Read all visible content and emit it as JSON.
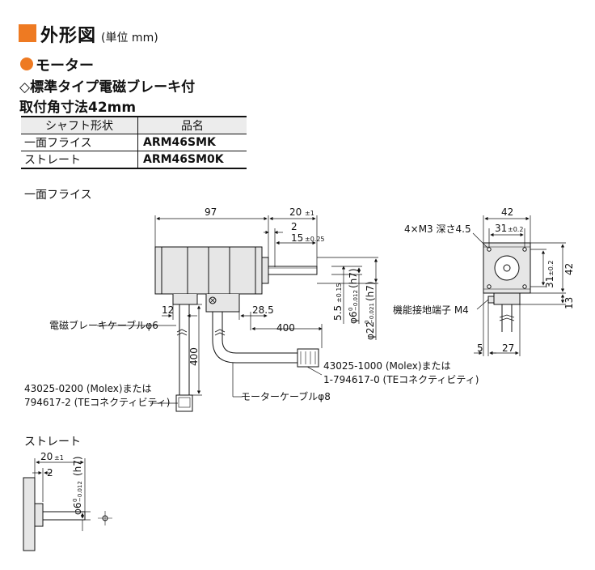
{
  "header": {
    "title": "外形図",
    "unit": "(単位 mm)",
    "category": "モーター",
    "subtitle": "◇標準タイプ電磁ブレーキ付",
    "mount": "取付角寸法42mm"
  },
  "table": {
    "headers": [
      "シャフト形状",
      "品名"
    ],
    "rows": [
      {
        "shape": "一面フライス",
        "model": "ARM46SMK"
      },
      {
        "shape": "ストレート",
        "model": "ARM46SM0K"
      }
    ]
  },
  "sections": {
    "flat": "一面フライス",
    "straight": "ストレート"
  },
  "dims": {
    "d97": "97",
    "d20": "20",
    "tol_pm1": "±1",
    "d2": "2",
    "d15": "15",
    "tol_pm025": "±0.25",
    "d12": "12",
    "d28_5": "28.5",
    "d400_h": "400",
    "d400_v": "400",
    "d5_5": "5.5",
    "tol_pm015": "±0.15",
    "phi6": "φ6",
    "phi6_tol": "−0.012",
    "h7": "(h7)",
    "phi22": "φ22",
    "phi22_tol": "−0.021",
    "tol_zero": "0",
    "d42_top": "42",
    "d31_top": "31",
    "tol_pm02": "±0.2",
    "d42_side": "42",
    "d31_side": "31",
    "d13": "13",
    "d5": "5",
    "d27": "27",
    "holes": "4×M3 深さ4.5",
    "terminal": "機能接地端子 M4"
  },
  "labels": {
    "brake_cable": "電磁ブレーキケーブルφ6",
    "motor_cable": "モーターケーブルφ8",
    "conn1_line1": "43025-0200 (Molex)または",
    "conn1_line2": "794617-2 (TEコネクティビティ)",
    "conn2_line1": "43025-1000 (Molex)または",
    "conn2_line2": "1-794617-0 (TEコネクティビティ)"
  },
  "colors": {
    "accent": "#ee7a22",
    "body": "#e6e6e6",
    "line": "#111111"
  }
}
